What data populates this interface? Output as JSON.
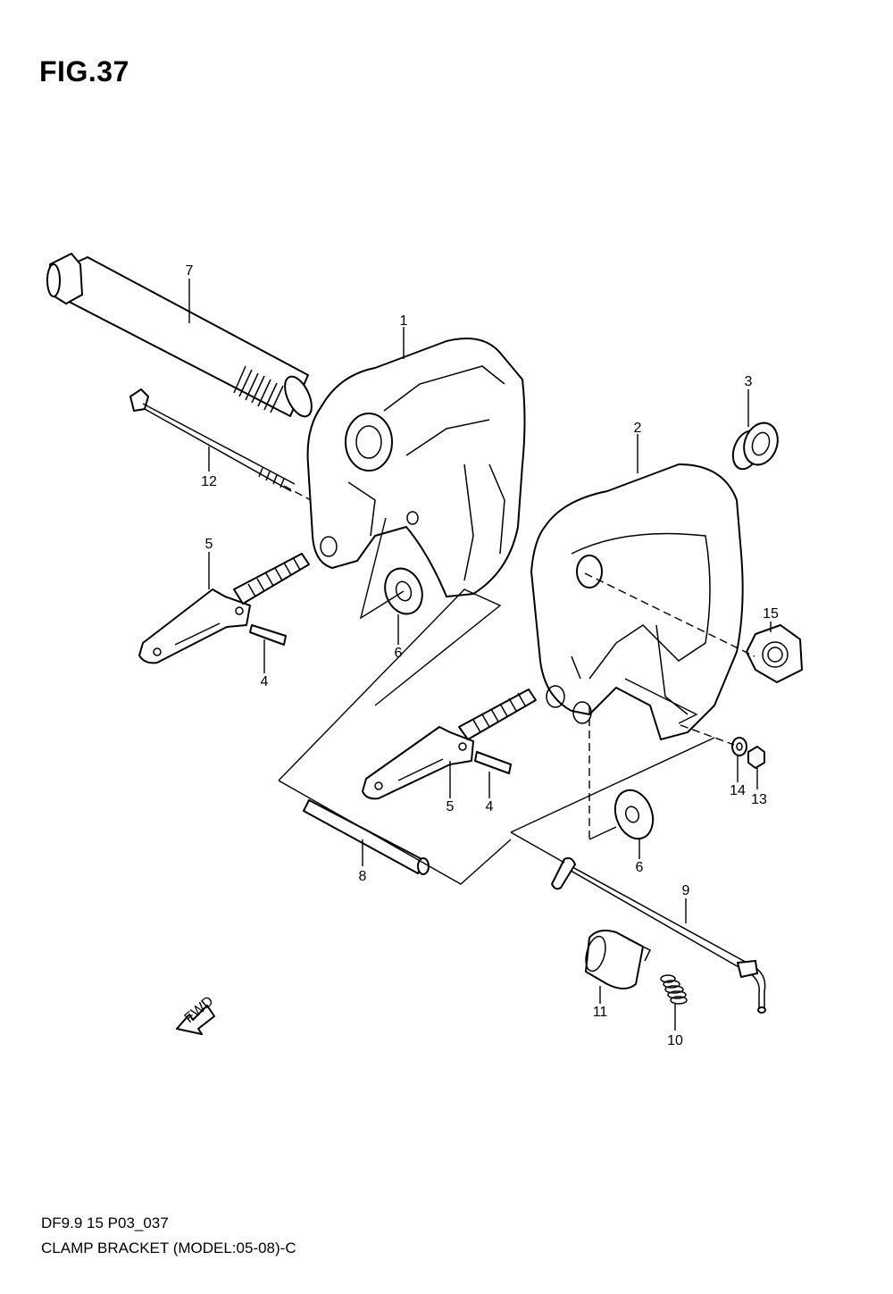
{
  "figure_title": "FIG.37",
  "footer": {
    "code": "DF9.9 15 P03_037",
    "caption": "CLAMP BRACKET (MODEL:05-08)-C"
  },
  "fwd_label": "FWD",
  "callouts": {
    "c1": "1",
    "c2": "2",
    "c3": "3",
    "c4a": "4",
    "c4b": "4",
    "c5a": "5",
    "c5b": "5",
    "c6a": "6",
    "c6b": "6",
    "c7": "7",
    "c8": "8",
    "c9": "9",
    "c10": "10",
    "c11": "11",
    "c12": "12",
    "c13": "13",
    "c14": "14",
    "c15": "15"
  }
}
